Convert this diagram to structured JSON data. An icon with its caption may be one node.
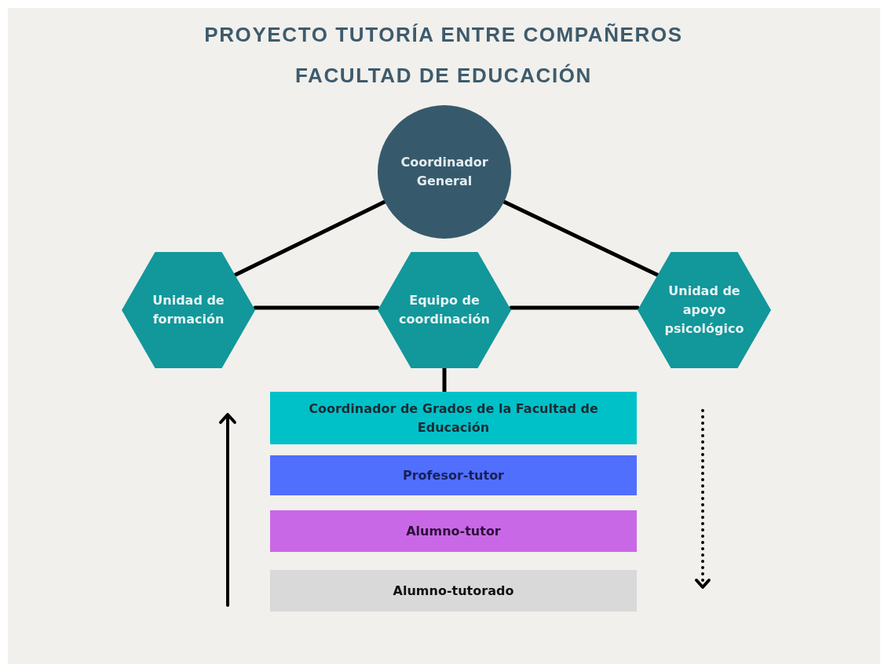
{
  "diagram": {
    "title": "PROYECTO TUTORÍA ENTRE COMPAÑEROS FACULTAD DE EDUCACIÓN",
    "nodes": [
      {
        "text": [
          "Coordinador General"
        ]
      },
      {
        "text": [
          "Unidad de formación"
        ]
      },
      {
        "text": [
          "Equipo de coordinación"
        ]
      },
      {
        "text": [
          "Unidad de apoyo psicológico"
        ]
      },
      {
        "text": [
          "Coordinador de Grados de la Facultad de Educación"
        ]
      },
      {
        "text": [
          "Profesor-tutor"
        ]
      },
      {
        "text": [
          "Alumno-tutor"
        ]
      },
      {
        "text": [
          "Alumno-tutorado"
        ]
      }
    ],
    "edges": [
      {
        "from": 0,
        "to": 1,
        "arrow": "none"
      },
      {
        "from": 0,
        "to": 3,
        "arrow": "none"
      },
      {
        "from": 1,
        "to": 2,
        "arrow": "none"
      },
      {
        "from": 2,
        "to": 3,
        "arrow": "none"
      },
      {
        "from": 2,
        "to": 4,
        "arrow": "none"
      }
    ]
  }
}
